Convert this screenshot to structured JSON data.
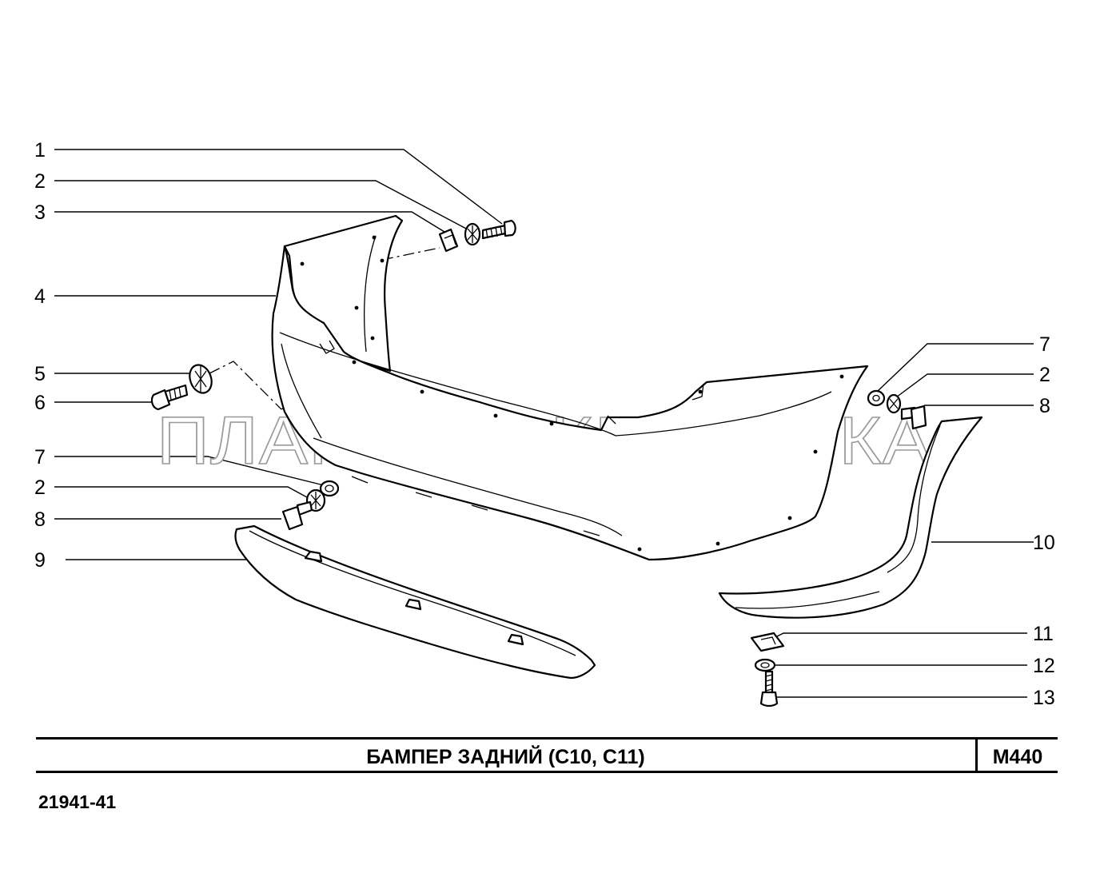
{
  "diagram": {
    "title": "БАМПЕР   ЗАДНИЙ  (С10, С11)",
    "page_code": "М440",
    "model_code": "21941-41",
    "watermark": "ПЛАНЕТА ЖЕЛЕЗЯКА",
    "callouts": [
      "1",
      "2",
      "3",
      "4",
      "5",
      "6",
      "7",
      "2",
      "8",
      "9",
      "7",
      "2",
      "8",
      "10",
      "11",
      "12",
      "13"
    ]
  },
  "colors": {
    "line": "#000000",
    "background": "#ffffff",
    "watermark": "#9a9a9a"
  }
}
